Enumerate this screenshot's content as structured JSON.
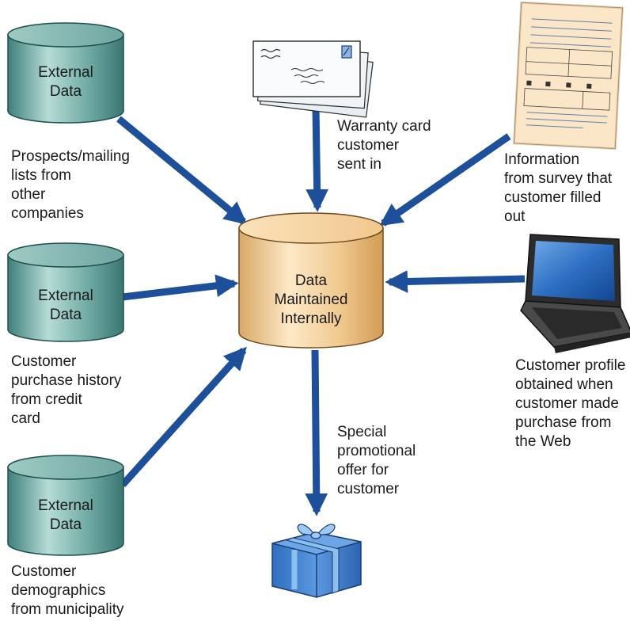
{
  "colors": {
    "arrow": "#1d4f9a",
    "external_db_body": "#5f9c98",
    "internal_db_body": "#ecc48a",
    "gift": "#3f7fcf"
  },
  "nodes": {
    "external1": {
      "lines": [
        "External",
        "Data"
      ]
    },
    "external2": {
      "lines": [
        "External",
        "Data"
      ]
    },
    "external3": {
      "lines": [
        "External",
        "Data"
      ]
    },
    "internal": {
      "lines": [
        "Data",
        "Maintained",
        "Internally"
      ]
    }
  },
  "captions": {
    "prospects": [
      "Prospects/mailing",
      "lists from",
      "other",
      "companies"
    ],
    "purchase_history": [
      "Customer",
      "purchase history",
      "from credit",
      "card"
    ],
    "demographics": [
      "Customer",
      "demographics",
      "from municipality"
    ],
    "warranty": [
      "Warranty card",
      "customer",
      "sent in"
    ],
    "survey": [
      "Information",
      "from survey that",
      "customer filled",
      "out"
    ],
    "web_profile": [
      "Customer profile",
      "obtained when",
      "customer made",
      "purchase from",
      "the Web"
    ],
    "promo": [
      "Special",
      "promotional",
      "offer for",
      "customer"
    ]
  }
}
